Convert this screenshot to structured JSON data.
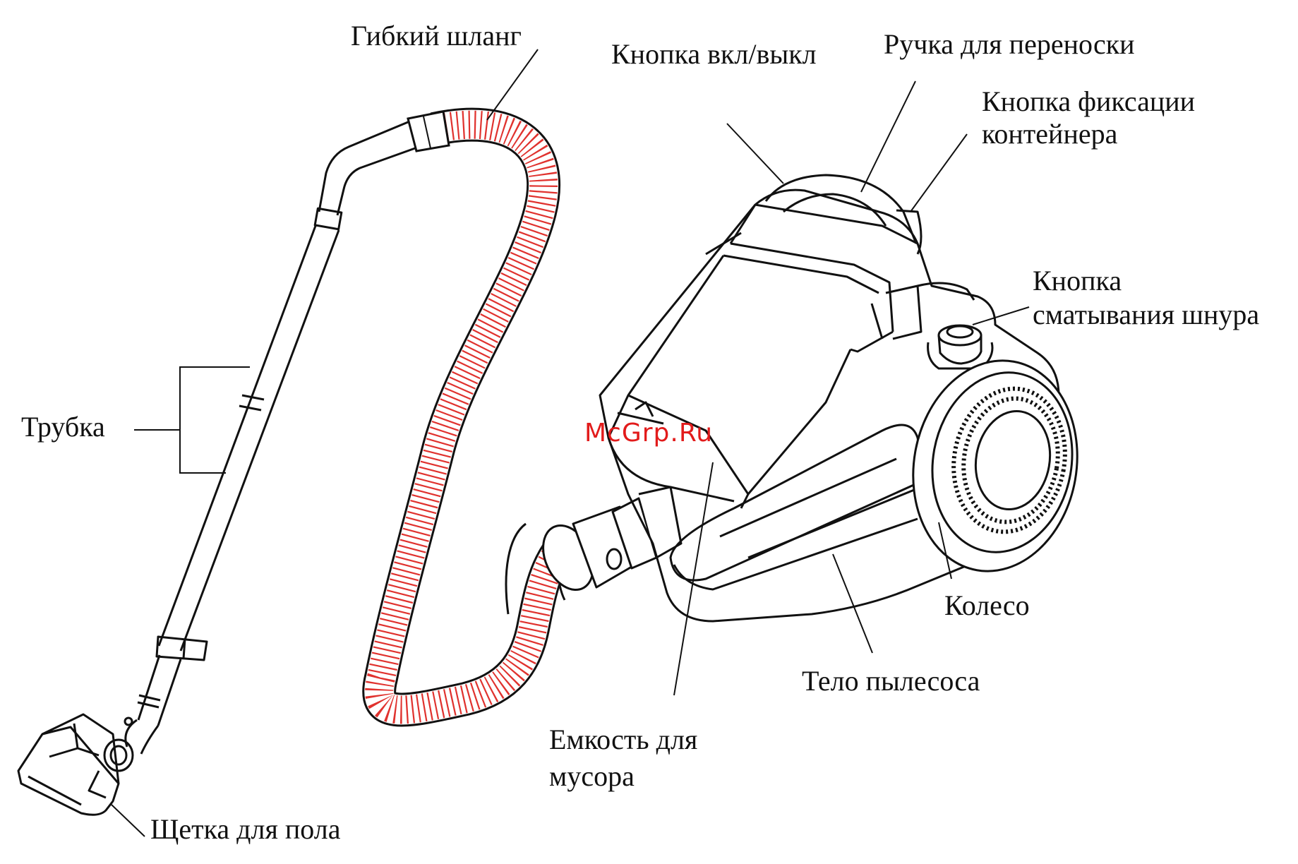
{
  "labels": {
    "hose": "Гибкий шланг",
    "power_button": "Кнопка вкл/выкл",
    "carry_handle": "Ручка для переноски",
    "container_lock": [
      "Кнопка фиксации",
      "контейнера"
    ],
    "cord_rewind": [
      "Кнопка",
      "сматывания шнура"
    ],
    "tube": "Трубка",
    "wheel": "Колесо",
    "body": "Тело пылесоса",
    "dust_container": [
      "Емкость для",
      "мусора"
    ],
    "floor_brush": "Щетка для пола"
  },
  "watermark": "McGrp.Ru",
  "colors": {
    "line": "#111111",
    "hose_stripe": "#e0322e",
    "watermark": "#e21b1b",
    "background": "#ffffff"
  }
}
